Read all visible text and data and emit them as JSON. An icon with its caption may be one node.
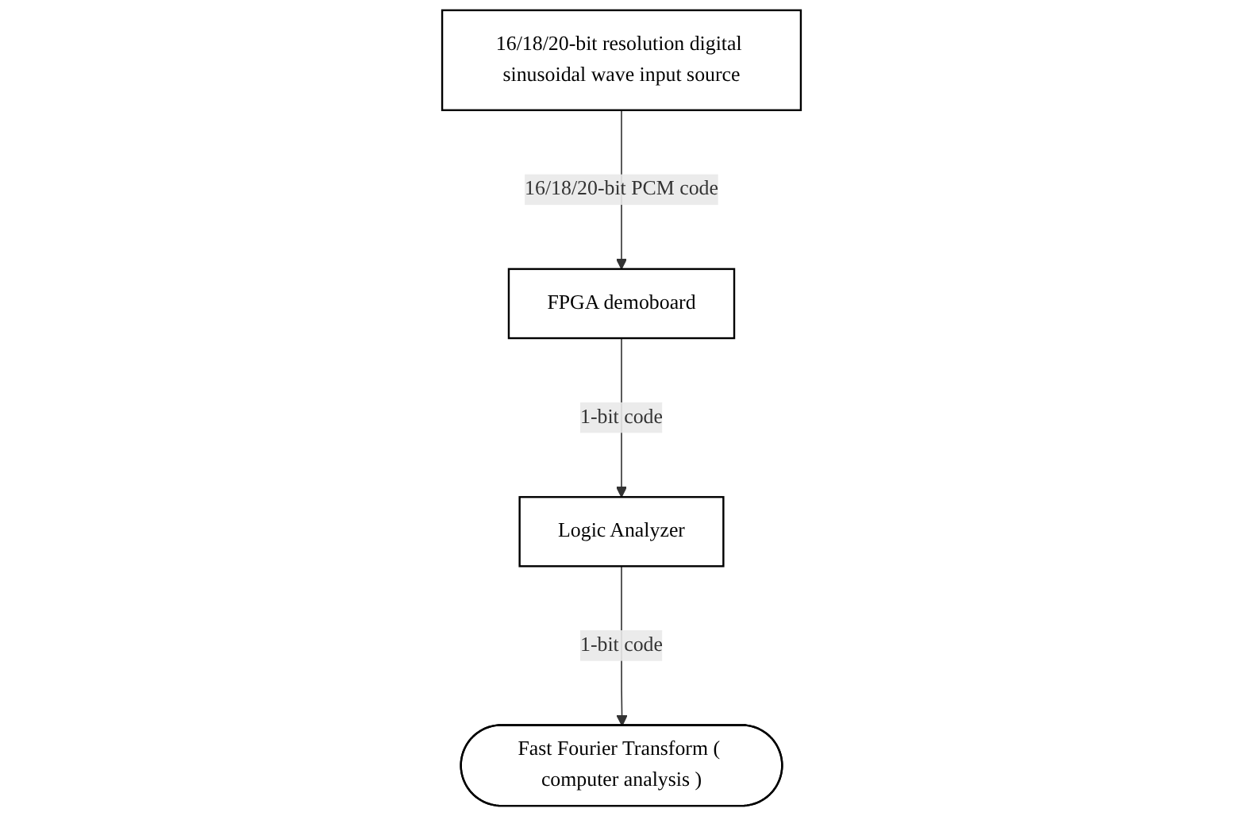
{
  "diagram": {
    "nodes": [
      {
        "text": [
          "16/18/20-bit resolution digital sinusoidal wave input source"
        ]
      },
      {
        "text": [
          "FPGA demoboard"
        ]
      },
      {
        "text": [
          "Logic Analyzer"
        ]
      },
      {
        "text": [
          "Fast Fourier Transform ( computer analysis )"
        ]
      }
    ],
    "edges": [
      {
        "from": 0,
        "to": 1,
        "arrow": "to",
        "label": "16/18/20-bit PCM code"
      },
      {
        "from": 1,
        "to": 2,
        "arrow": "to",
        "label": "1-bit code"
      },
      {
        "from": 2,
        "to": 3,
        "arrow": "to",
        "label": "1-bit code"
      }
    ]
  }
}
